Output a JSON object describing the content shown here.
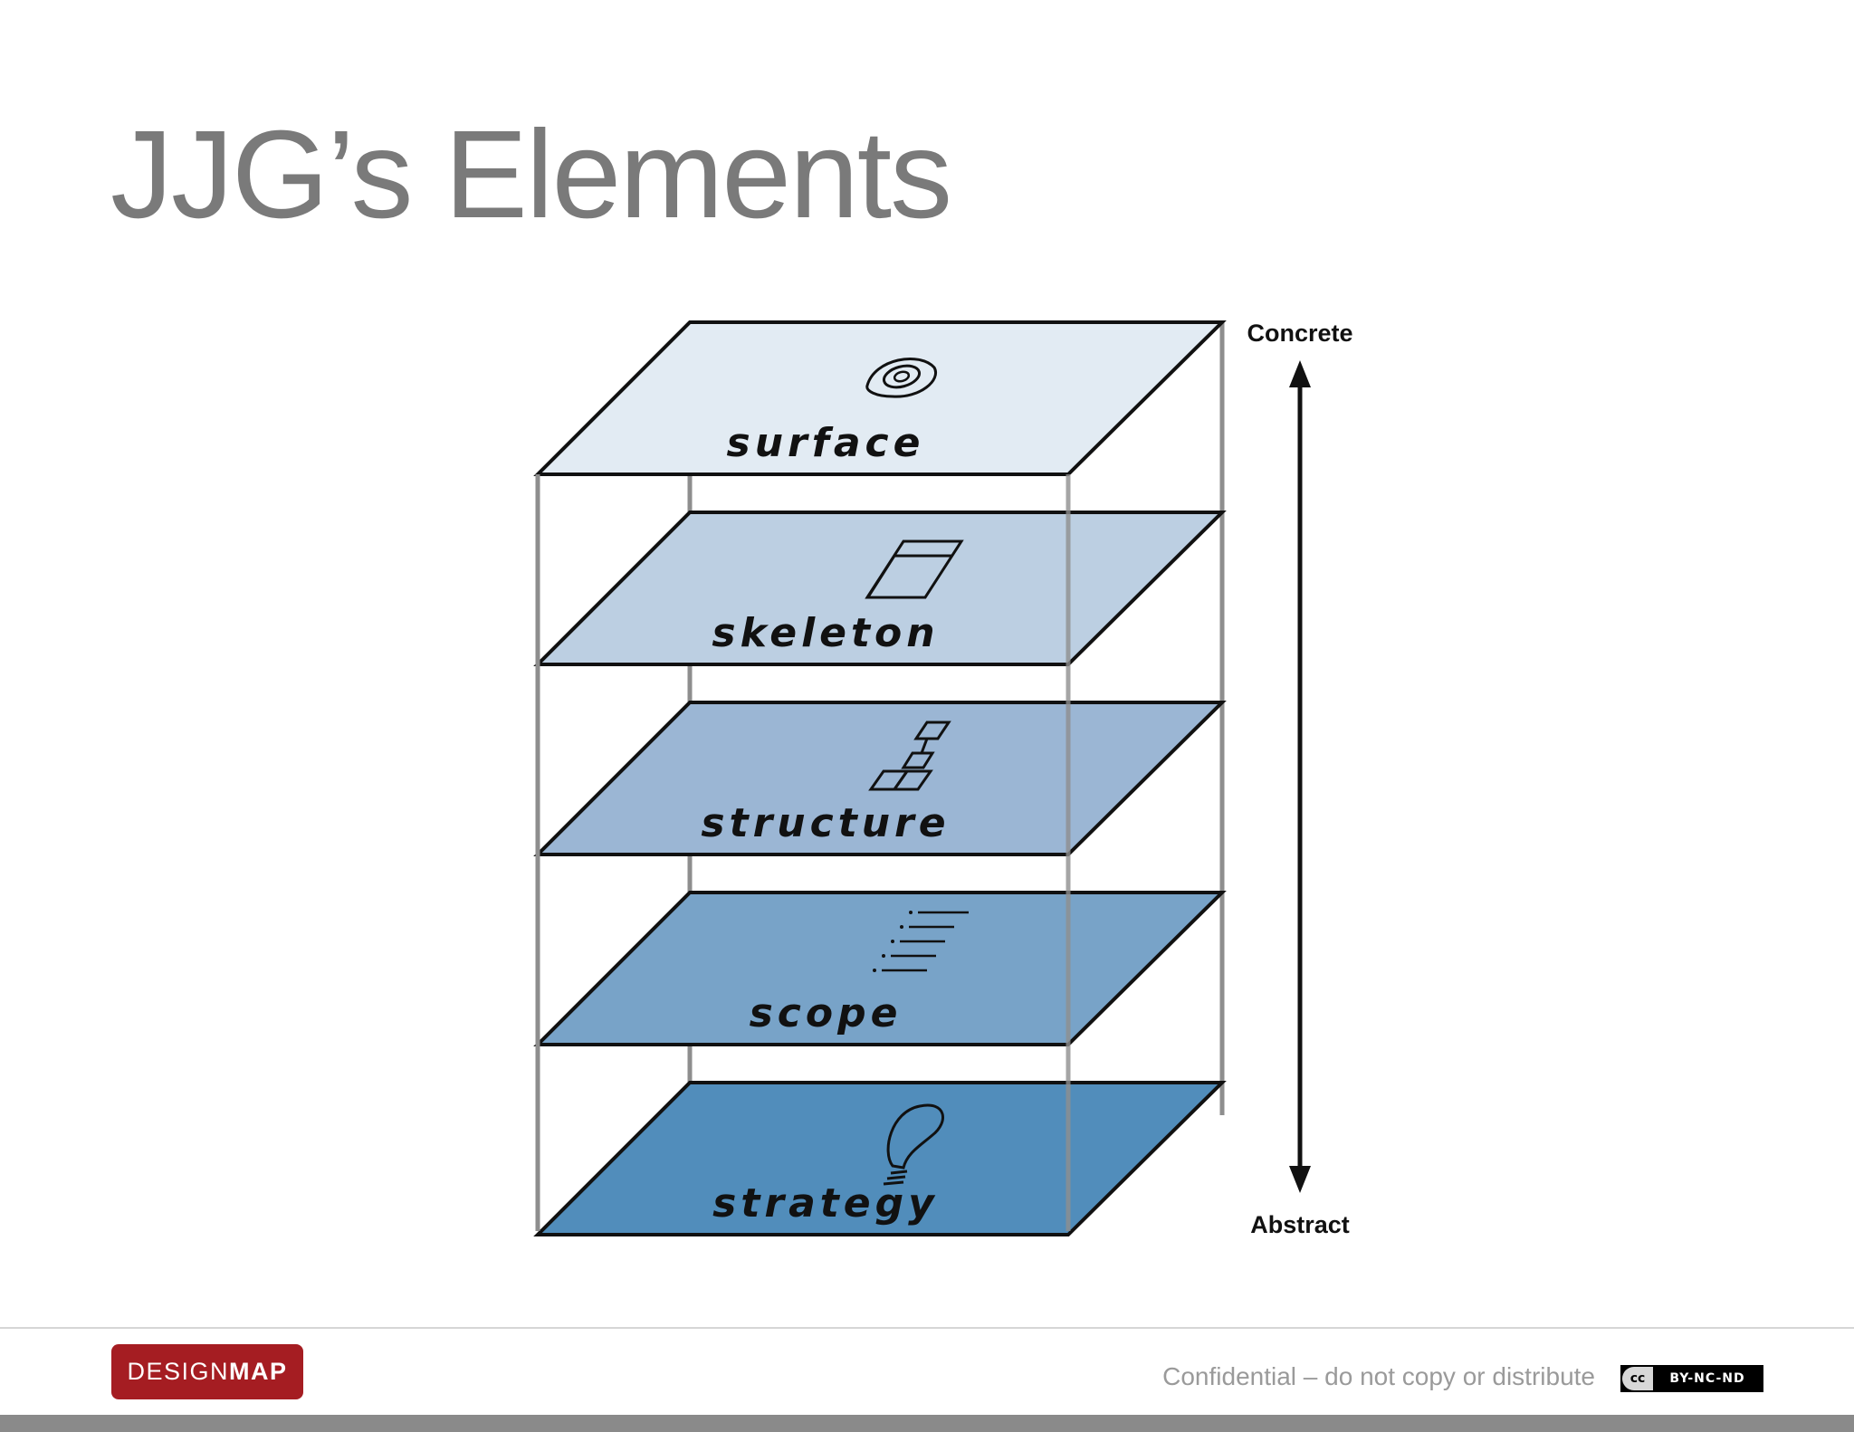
{
  "slide": {
    "title": "JJG’s Elements"
  },
  "diagram": {
    "layers": [
      {
        "label": "surface",
        "icon": "eye-icon",
        "color": "#e2ebf3"
      },
      {
        "label": "skeleton",
        "icon": "wireframe-icon",
        "color": "#bccfe2"
      },
      {
        "label": "structure",
        "icon": "sitemap-icon",
        "color": "#9bb6d4"
      },
      {
        "label": "scope",
        "icon": "list-icon",
        "color": "#78a3c8"
      },
      {
        "label": "strategy",
        "icon": "lightbulb-icon",
        "color": "#518dbb"
      }
    ],
    "axis": {
      "top_label": "Concrete",
      "bottom_label": "Abstract"
    }
  },
  "footer": {
    "logo_regular": "DESIGN",
    "logo_bold": "MAP",
    "confidential": "Confidential – do not copy or distribute",
    "license_symbol": "cc",
    "license": "BY-NC-ND",
    "logo_color": "#a51d22"
  }
}
